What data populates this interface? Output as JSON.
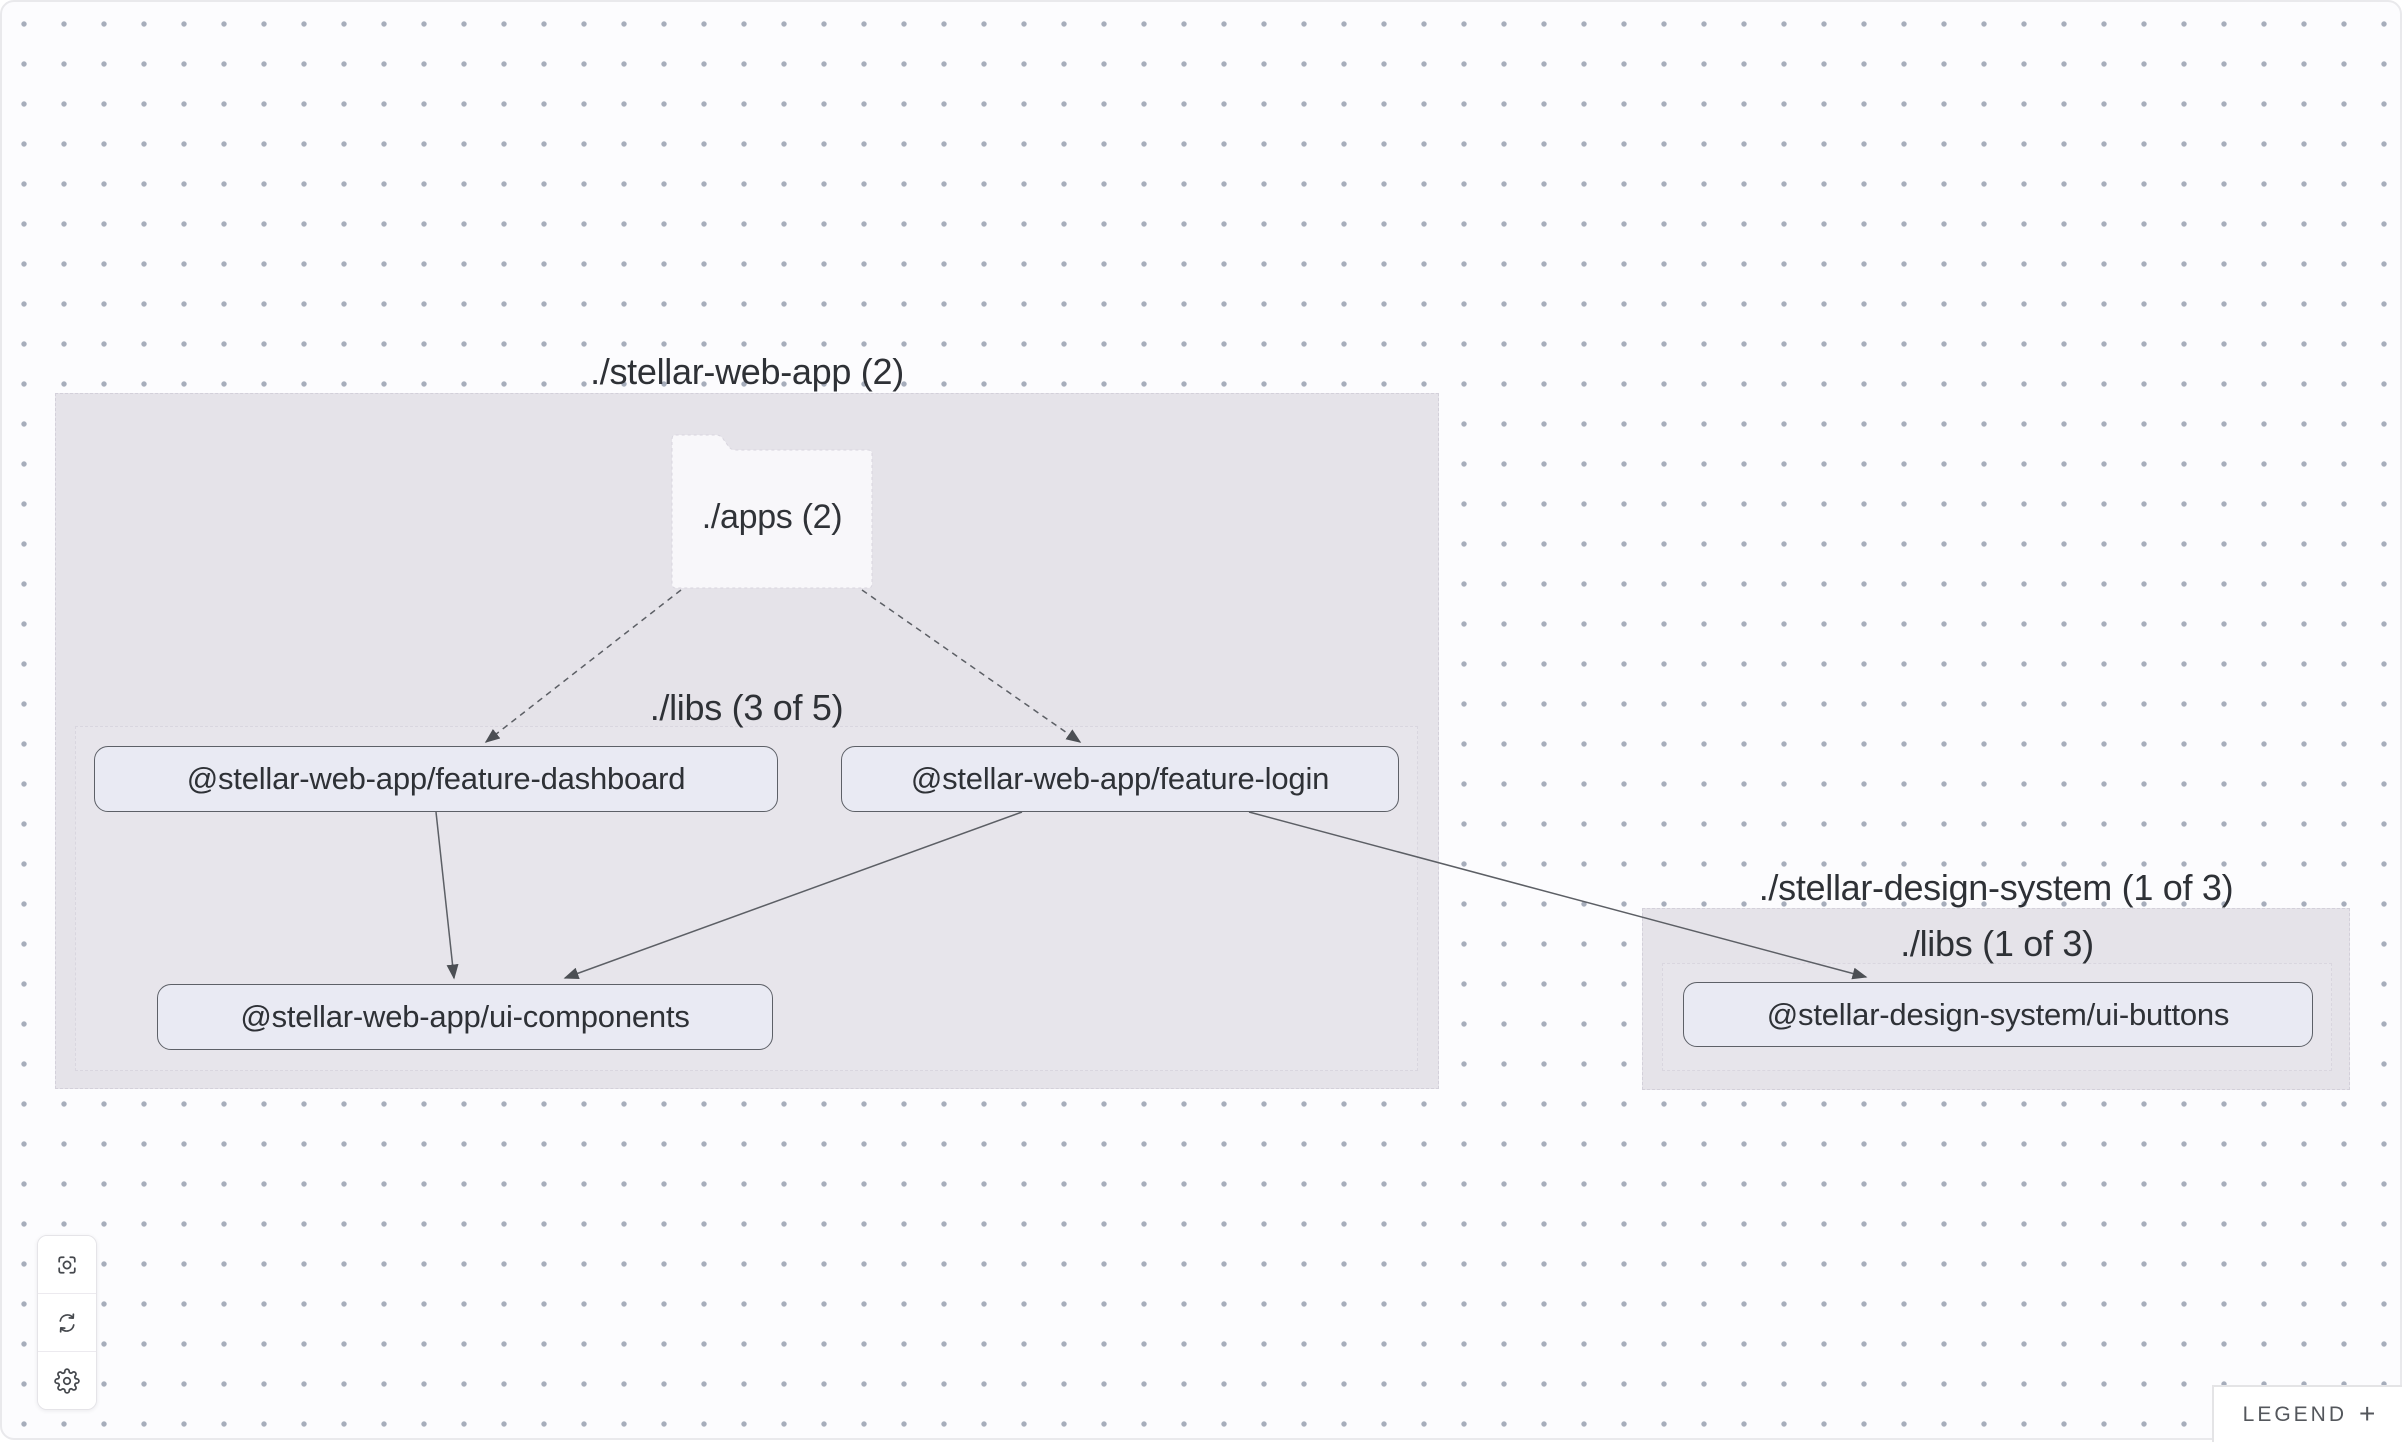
{
  "legend": {
    "label": "LEGEND",
    "plus": "+"
  },
  "toolbar": {
    "buttons": [
      {
        "name": "focus",
        "icon": "focus-icon"
      },
      {
        "name": "refresh",
        "icon": "refresh-icon"
      },
      {
        "name": "settings",
        "icon": "gear-icon"
      }
    ]
  },
  "graph": {
    "groups": [
      {
        "title": "./stellar-web-app (2)",
        "folder_label": "./apps (2)",
        "subgroup_label": "./libs (3 of 5)",
        "nodes": [
          {
            "label": "@stellar-web-app/feature-dashboard"
          },
          {
            "label": "@stellar-web-app/feature-login"
          },
          {
            "label": "@stellar-web-app/ui-components"
          }
        ]
      },
      {
        "title": "./stellar-design-system (1 of 3)",
        "subgroup_label": "./libs (1 of 3)",
        "nodes": [
          {
            "label": "@stellar-design-system/ui-buttons"
          }
        ]
      }
    ],
    "edges": [
      {
        "source": "./apps (2)",
        "target": "@stellar-web-app/feature-dashboard",
        "type": "dashed"
      },
      {
        "source": "./apps (2)",
        "target": "@stellar-web-app/feature-login",
        "type": "dashed"
      },
      {
        "source": "@stellar-web-app/feature-dashboard",
        "target": "@stellar-web-app/ui-components",
        "type": "solid"
      },
      {
        "source": "@stellar-web-app/feature-login",
        "target": "@stellar-web-app/ui-components",
        "type": "solid"
      },
      {
        "source": "@stellar-web-app/feature-login",
        "target": "@stellar-design-system/ui-buttons",
        "type": "solid"
      }
    ],
    "colors": {
      "group_fill": "#e5e3e9",
      "node_fill": "#e9eaf3",
      "node_border": "#5d6067",
      "edge": "#5c5f65",
      "dot": "#a6adbb"
    }
  }
}
